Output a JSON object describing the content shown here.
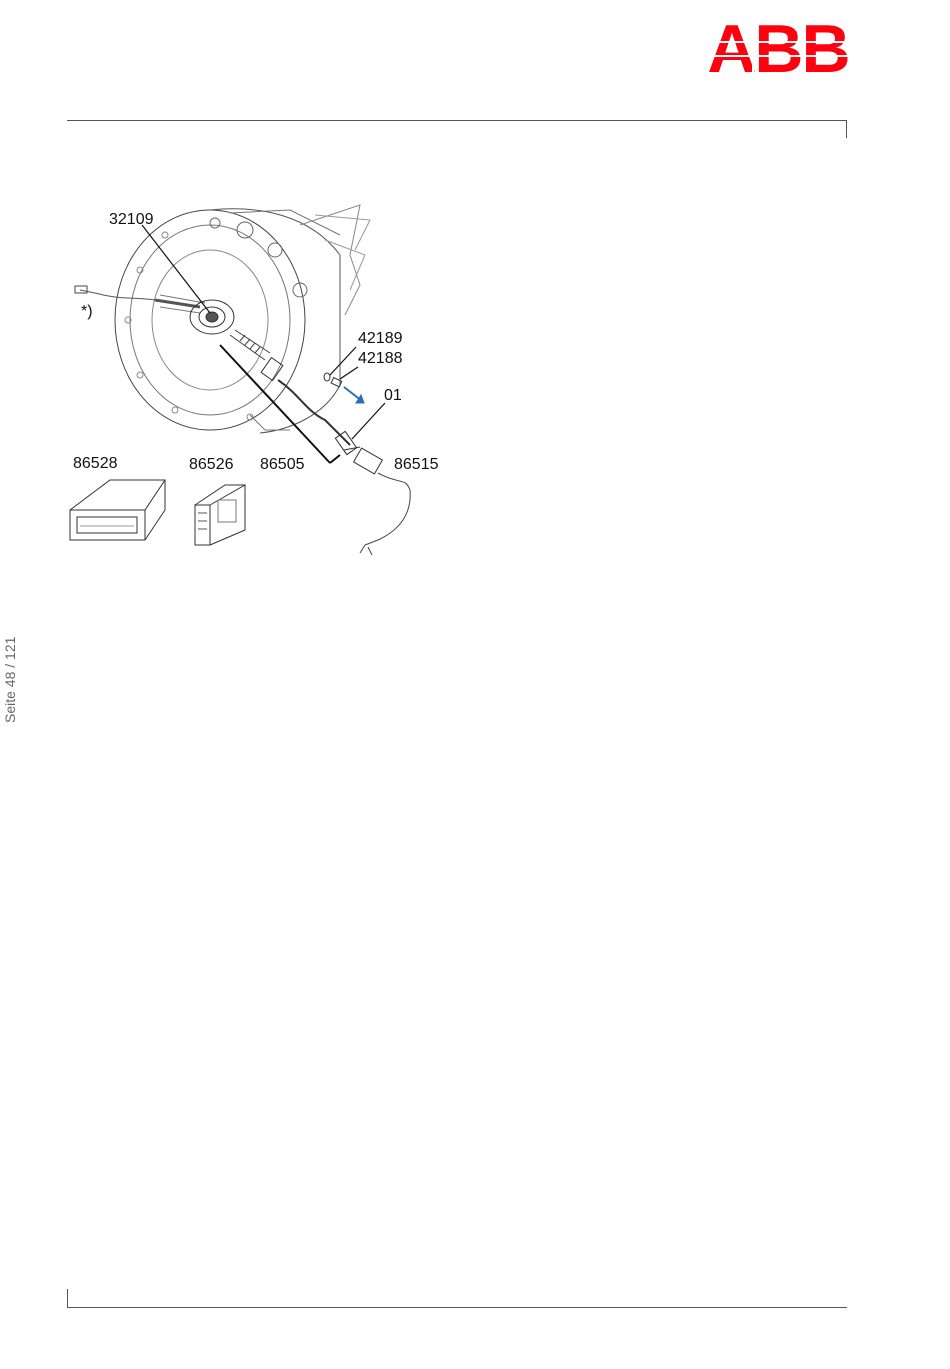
{
  "brand": {
    "logo_text": "ABB",
    "color": "#ff000f"
  },
  "page": {
    "number_label": "Seite 48 / 121"
  },
  "figure": {
    "callouts": {
      "c32109": "32109",
      "asterisk": "*)",
      "c42189": "42189",
      "c42188": "42188",
      "c01": "01",
      "c86528": "86528",
      "c86526": "86526",
      "c86505": "86505",
      "c86515": "86515"
    },
    "arrow_color": "#2a6fb5"
  }
}
